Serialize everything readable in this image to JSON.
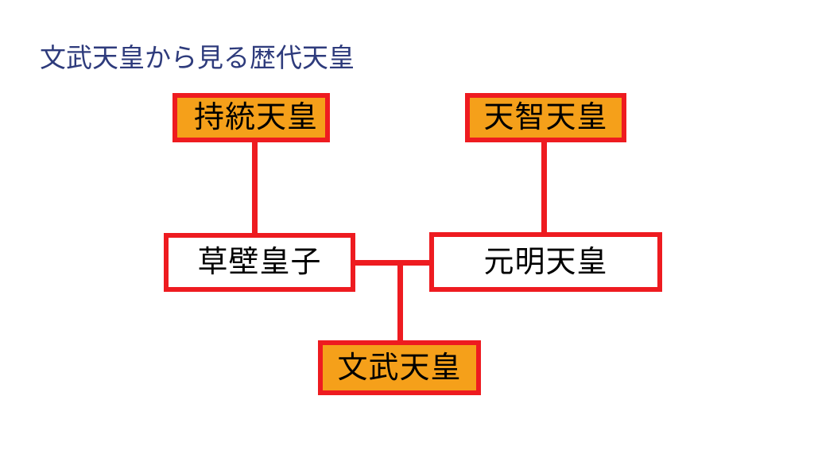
{
  "page": {
    "title": "文武天皇から見る歴代天皇",
    "title_color": "#2e3b7c",
    "background_color": "#ffffff"
  },
  "palette": {
    "line": "#ee1b20",
    "border": "#ee1b20",
    "filled_node_background": "#f5a01a",
    "plain_node_background": "#ffffff",
    "node_text": "#000000"
  },
  "diagram": {
    "type": "family-tree",
    "nodes": [
      {
        "id": "jito",
        "label": "持統天皇",
        "style": "filled",
        "row": "grandparents",
        "column": "left"
      },
      {
        "id": "tenji",
        "label": "天智天皇",
        "style": "filled",
        "row": "grandparents",
        "column": "right"
      },
      {
        "id": "kusakabe",
        "label": "草壁皇子",
        "style": "plain",
        "row": "parents",
        "column": "left"
      },
      {
        "id": "genmei",
        "label": "元明天皇",
        "style": "plain",
        "row": "parents",
        "column": "right"
      },
      {
        "id": "monmu",
        "label": "文武天皇",
        "style": "filled",
        "row": "child",
        "column": "center"
      }
    ],
    "edges": [
      {
        "from": "jito",
        "to": "kusakabe",
        "kind": "parent-child"
      },
      {
        "from": "tenji",
        "to": "genmei",
        "kind": "parent-child"
      },
      {
        "from": "kusakabe",
        "to": "genmei",
        "kind": "marriage"
      },
      {
        "from": "marriage",
        "to": "monmu",
        "kind": "parent-child"
      }
    ]
  }
}
